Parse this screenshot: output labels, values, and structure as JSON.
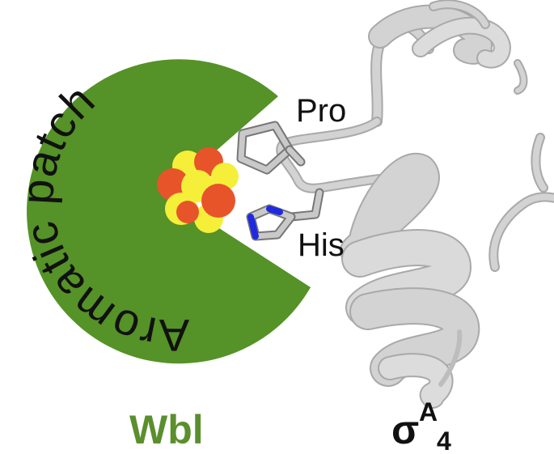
{
  "labels": {
    "patch": "Aromatic patch",
    "pro": "Pro",
    "his": "His",
    "wbl": "Wbl",
    "sigma": {
      "base": "σ",
      "sup": "A",
      "sub": "4"
    }
  },
  "colors": {
    "pacman": "#559227",
    "wbl_text": "#5b8f2e",
    "ribbon": "#d3d3d3",
    "ribbon_edge": "#a9a9a9",
    "iron": "#e8542a",
    "sulfur": "#f5ef3a",
    "nitrogen": "#1f2ae0",
    "text": "#111111"
  }
}
